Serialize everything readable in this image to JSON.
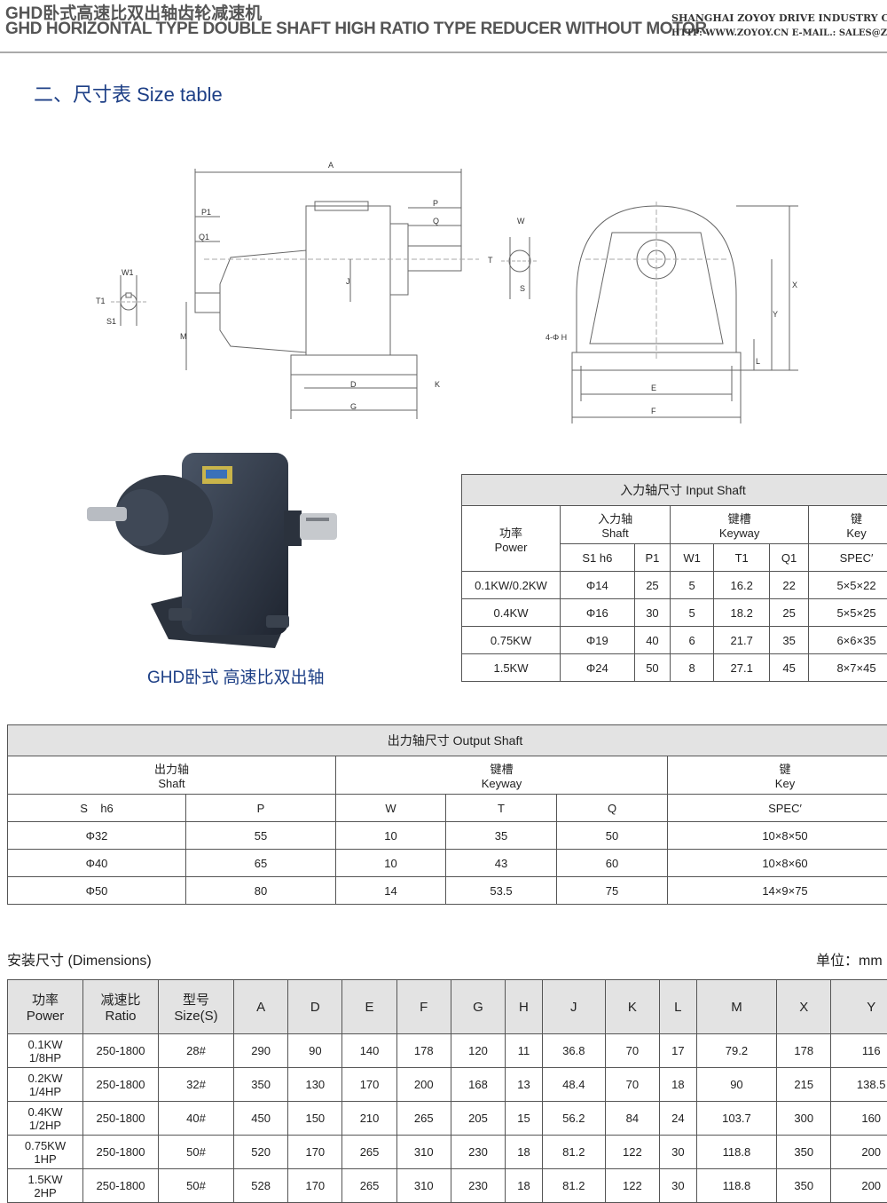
{
  "header": {
    "title_cn": "GHD卧式高速比双出轴齿轮减速机",
    "title_en": "GHD HORIZONTAL TYPE DOUBLE SHAFT HIGH RATIO TYPE REDUCER WITHOUT MOTOR",
    "company": "SHANGHAI ZOYOY DRIVE INDUSTRY CO.,L",
    "web": "HTTP: WWW.ZOYOY.CN  E-MAIL.: SALES@ZOYOY"
  },
  "section_title": "二、尺寸表 Size table",
  "drawing_labels": {
    "A": "A",
    "P1": "P1",
    "Q1": "Q1",
    "P": "P",
    "Q": "Q",
    "J": "J",
    "M": "M",
    "D": "D",
    "K": "K",
    "G": "G",
    "W1": "W1",
    "T1": "T1",
    "S1": "S1",
    "W": "W",
    "T": "T",
    "S": "S",
    "X": "X",
    "Y": "Y",
    "L": "L",
    "E": "E",
    "F": "F",
    "H": "4-Φ H"
  },
  "photo_caption": "GHD卧式 高速比双出轴",
  "input_shaft": {
    "caption": "入力轴尺寸 Input Shaft",
    "power_cn": "功率",
    "power_en": "Power",
    "shaft_cn": "入力轴",
    "shaft_en": "Shaft",
    "keyway_cn": "键槽",
    "keyway_en": "Keyway",
    "key_cn": "键",
    "key_en": "Key",
    "cols": [
      "S1 h6",
      "P1",
      "W1",
      "T1",
      "Q1",
      "SPEC′"
    ],
    "rows": [
      [
        "0.1KW/0.2KW",
        "Φ14",
        "25",
        "5",
        "16.2",
        "22",
        "5×5×22"
      ],
      [
        "0.4KW",
        "Φ16",
        "30",
        "5",
        "18.2",
        "25",
        "5×5×25"
      ],
      [
        "0.75KW",
        "Φ19",
        "40",
        "6",
        "21.7",
        "35",
        "6×6×35"
      ],
      [
        "1.5KW",
        "Φ24",
        "50",
        "8",
        "27.1",
        "45",
        "8×7×45"
      ]
    ]
  },
  "output_shaft": {
    "caption": "出力轴尺寸 Output Shaft",
    "shaft_cn": "出力轴",
    "shaft_en": "Shaft",
    "keyway_cn": "键槽",
    "keyway_en": "Keyway",
    "key_cn": "键",
    "key_en": "Key",
    "cols": [
      "S    h6",
      "P",
      "W",
      "T",
      "Q",
      "SPEC′"
    ],
    "rows": [
      [
        "Φ32",
        "55",
        "10",
        "35",
        "50",
        "10×8×50"
      ],
      [
        "Φ40",
        "65",
        "10",
        "43",
        "60",
        "10×8×60"
      ],
      [
        "Φ50",
        "80",
        "14",
        "53.5",
        "75",
        "14×9×75"
      ]
    ]
  },
  "dimensions": {
    "caption": "安装尺寸 (Dimensions)",
    "unit": "单位：mm",
    "head": {
      "power_cn": "功率",
      "power_en": "Power",
      "ratio_cn": "减速比",
      "ratio_en": "Ratio",
      "size_cn": "型号",
      "size_en": "Size(S)",
      "cols": [
        "A",
        "D",
        "E",
        "F",
        "G",
        "H",
        "J",
        "K",
        "L",
        "M",
        "X",
        "Y"
      ]
    },
    "rows": [
      {
        "kw": "0.1KW",
        "hp": "1/8HP",
        "ratio": "250-1800",
        "size": "28#",
        "vals": [
          "290",
          "90",
          "140",
          "178",
          "120",
          "11",
          "36.8",
          "70",
          "17",
          "79.2",
          "178",
          "116"
        ]
      },
      {
        "kw": "0.2KW",
        "hp": "1/4HP",
        "ratio": "250-1800",
        "size": "32#",
        "vals": [
          "350",
          "130",
          "170",
          "200",
          "168",
          "13",
          "48.4",
          "70",
          "18",
          "90",
          "215",
          "138.5"
        ]
      },
      {
        "kw": "0.4KW",
        "hp": "1/2HP",
        "ratio": "250-1800",
        "size": "40#",
        "vals": [
          "450",
          "150",
          "210",
          "265",
          "205",
          "15",
          "56.2",
          "84",
          "24",
          "103.7",
          "300",
          "160"
        ]
      },
      {
        "kw": "0.75KW",
        "hp": "1HP",
        "ratio": "250-1800",
        "size": "50#",
        "vals": [
          "520",
          "170",
          "265",
          "310",
          "230",
          "18",
          "81.2",
          "122",
          "30",
          "118.8",
          "350",
          "200"
        ]
      },
      {
        "kw": "1.5KW",
        "hp": "2HP",
        "ratio": "250-1800",
        "size": "50#",
        "vals": [
          "528",
          "170",
          "265",
          "310",
          "230",
          "18",
          "81.2",
          "122",
          "30",
          "118.8",
          "350",
          "200"
        ]
      }
    ]
  }
}
